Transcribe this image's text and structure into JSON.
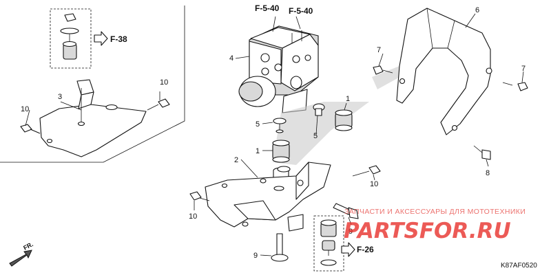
{
  "callouts": {
    "c1a": "1",
    "c1b": "1",
    "c2": "2",
    "c3": "3",
    "c4": "4",
    "c5a": "5",
    "c5b": "5",
    "c6": "6",
    "c7a": "7",
    "c7b": "7",
    "c8": "8",
    "c9a": "9",
    "c9b": "9",
    "c10a": "10",
    "c10b": "10",
    "c10c": "10",
    "c10d": "10"
  },
  "refs": {
    "f540a": "F-5-40",
    "f540b": "F-5-40",
    "f38": "F-38",
    "f26": "F-26"
  },
  "direction_label": "FR.",
  "watermark": {
    "line1": "ЗАПЧАСТИ И АКСЕССУАРЫ ДЛЯ МОТОТЕХНИКИ",
    "line2": "PARTSFOR.RU",
    "accent_color": "#e8322c"
  },
  "diagram_code": "K87AF0520"
}
